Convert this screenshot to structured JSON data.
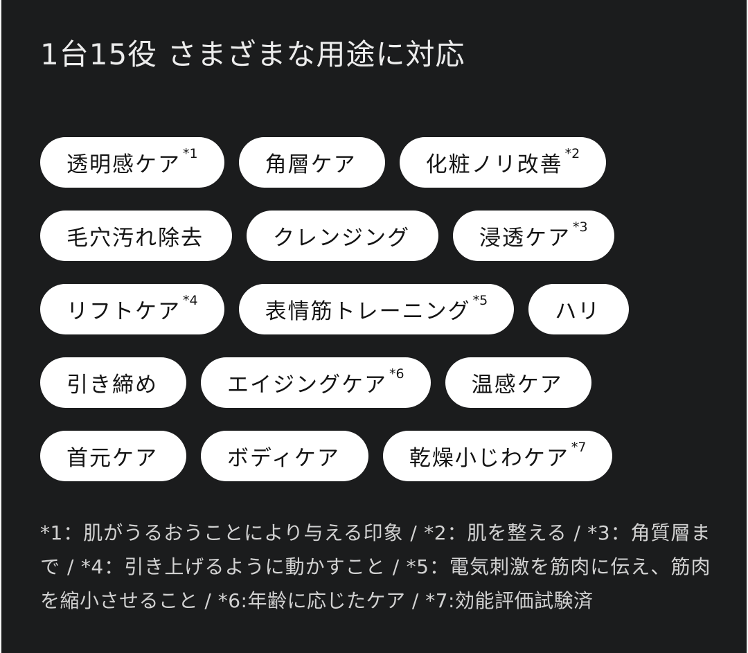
{
  "page": {
    "title": "1台15役 さまざまな用途に対応"
  },
  "rows": [
    {
      "items": [
        {
          "label": "透明感ケア",
          "sup": "*1"
        },
        {
          "label": "角層ケア",
          "sup": ""
        },
        {
          "label": "化粧ノリ改善",
          "sup": "*2"
        }
      ]
    },
    {
      "items": [
        {
          "label": "毛穴汚れ除去",
          "sup": ""
        },
        {
          "label": "クレンジング",
          "sup": ""
        },
        {
          "label": "浸透ケア",
          "sup": "*3"
        }
      ]
    },
    {
      "items": [
        {
          "label": "リフトケア",
          "sup": "*4"
        },
        {
          "label": "表情筋トレーニング",
          "sup": "*5"
        },
        {
          "label": "ハリ",
          "sup": ""
        }
      ]
    },
    {
      "items": [
        {
          "label": "引き締め",
          "sup": ""
        },
        {
          "label": "エイジングケア",
          "sup": "*6"
        },
        {
          "label": "温感ケア",
          "sup": ""
        }
      ]
    },
    {
      "items": [
        {
          "label": "首元ケア",
          "sup": ""
        },
        {
          "label": "ボディケア",
          "sup": ""
        },
        {
          "label": "乾燥小じわケア",
          "sup": "*7"
        }
      ]
    }
  ],
  "footnotes": {
    "text": "*1：肌がうるおうことにより与える印象 / *2：肌を整える / *3：角質層まで / *4：引き上げるように動かすこと / *5：電気刺激を筋肉に伝え、筋肉を縮小させること / *6:年齢に応じたケア / *7:効能評価試験済"
  },
  "colors": {
    "background": "#1b1c1d",
    "pill_background": "#ffffff",
    "pill_text": "#141414",
    "title_text": "#ececec",
    "footnote_text": "#d2d2d2"
  }
}
